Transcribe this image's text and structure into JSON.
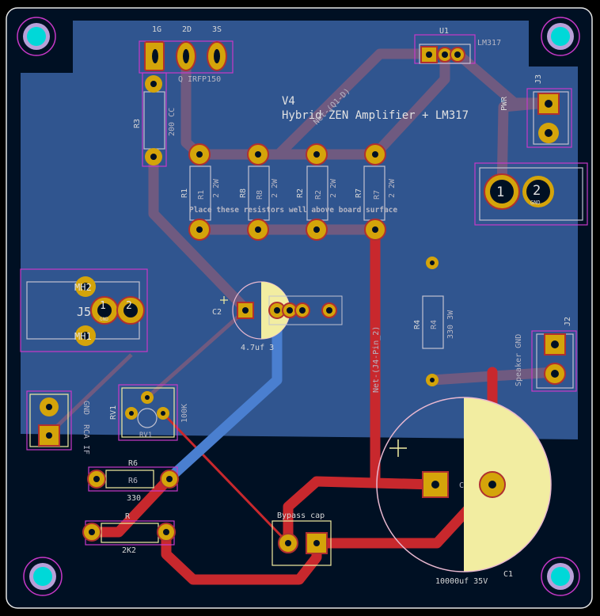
{
  "colors": {
    "board": "#001023",
    "copper_fill": "#30558f",
    "fill_trace": "#6f5a80",
    "front_copper": "#c8282d",
    "back_copper": "#4a7fd0",
    "pad": "#d4a40a",
    "silkscreen": "#f2eda1",
    "fab": "#c2c2d0",
    "courtyard": "#c838c8",
    "hole": "#00d8d8"
  },
  "board": {
    "version": "V4",
    "title": "Hybrid ZEN Amplifier + LM317",
    "note": "Place these resistors well above board surface"
  },
  "nets": {
    "q1_d": "Net-(Q1-D)",
    "j4_pin2": "Net-(J4-Pin_2)"
  },
  "components": {
    "q1": {
      "pin_g": "1G",
      "pin_d": "2D",
      "pin_s": "3S",
      "value": "IRFP150",
      "ref_partial": "Q"
    },
    "u1": {
      "ref": "U1",
      "value": "LM317"
    },
    "j3": {
      "ref": "J3",
      "tag": "PWR",
      "pin1": "1",
      "pin2": "2",
      "pin2_label": "GND"
    },
    "r3": {
      "ref": "R3",
      "value": "200 CC"
    },
    "r1": {
      "ref": "R1",
      "ref_fab": "R1",
      "value": "2 2W"
    },
    "r8": {
      "ref": "R8",
      "ref_fab": "R8",
      "value": "2 2W"
    },
    "r2": {
      "ref": "R2",
      "ref_fab": "R2",
      "value": "2 2W"
    },
    "r7": {
      "ref": "R7",
      "ref_fab": "R7",
      "value": "2 2W"
    },
    "r4": {
      "ref": "R4",
      "ref_fab": "R4",
      "value": "330 3W"
    },
    "j5": {
      "ref": "J5",
      "mh1": "MH1",
      "mh2": "MH2",
      "pin1": "1",
      "pin2": "2",
      "gnd": "GND"
    },
    "c2": {
      "ref": "C2",
      "value": "4.7uf 3"
    },
    "j2": {
      "ref": "J2",
      "label": "Speaker GND"
    },
    "rv1": {
      "ref": "RV1",
      "ref_fab": "RV1",
      "value": "100K"
    },
    "j1": {
      "label1": "GND",
      "label2": "RCA",
      "label3": "IF"
    },
    "r6": {
      "ref": "R6",
      "ref_fab": "R6",
      "value": "330"
    },
    "r5": {
      "ref_partial": "R",
      "value": "2K2"
    },
    "c_bypass": {
      "label": "Bypass cap"
    },
    "c1": {
      "ref": "C1",
      "ref_partial": "C",
      "value": "10000uf 35V"
    }
  }
}
